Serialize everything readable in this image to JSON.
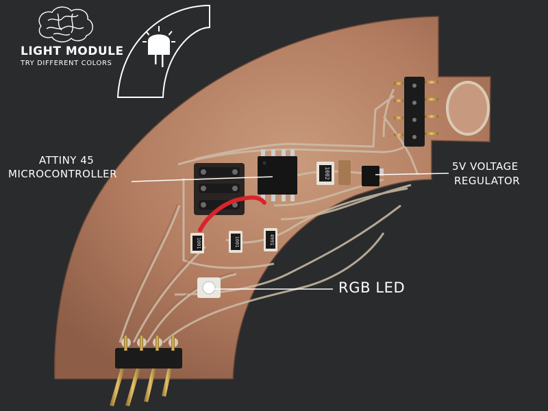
{
  "badge": {
    "title": "LIGHT MODULE",
    "subtitle": "TRY DIFFERENT COLORS",
    "icon": "brain-icon",
    "module_icon": "bulb-icon"
  },
  "callouts": {
    "mcu_line1": "ATTINY 45",
    "mcu_line2": "MICROCONTROLLER",
    "regulator_line1": "5V VOLTAGE",
    "regulator_line2": "REGULATOR",
    "led": "RGB LED"
  },
  "components": {
    "resistor_a": "1002",
    "resistor_b": "1001",
    "resistor_c": "1001",
    "resistor_d": "4991"
  },
  "colors": {
    "background": "#2a2b2d",
    "copper": "#b98468",
    "trace": "#c6b8a3",
    "wire": "#d8242c",
    "text": "#ffffff"
  }
}
